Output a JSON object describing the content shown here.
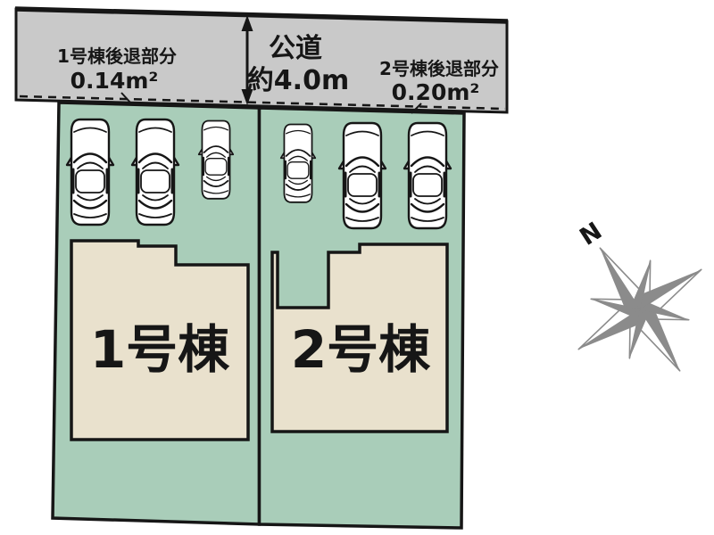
{
  "colors": {
    "road_fill": "#c9c9c9",
    "parcel_fill": "#a9cdb9",
    "building_fill": "#e9e1cd",
    "outline": "#161616",
    "compass_gray": "#8b8b8b",
    "car_fill": "#ffffff"
  },
  "road": {
    "name": "公道",
    "width_label": "約4.0m"
  },
  "setbacks": {
    "building1": {
      "title": "1号棟後退部分",
      "area": "0.14m²"
    },
    "building2": {
      "title": "2号棟後退部分",
      "area": "0.20m²"
    }
  },
  "buildings": {
    "building1": {
      "label": "1号棟"
    },
    "building2": {
      "label": "2号棟"
    }
  },
  "compass": {
    "north_label": "N"
  }
}
